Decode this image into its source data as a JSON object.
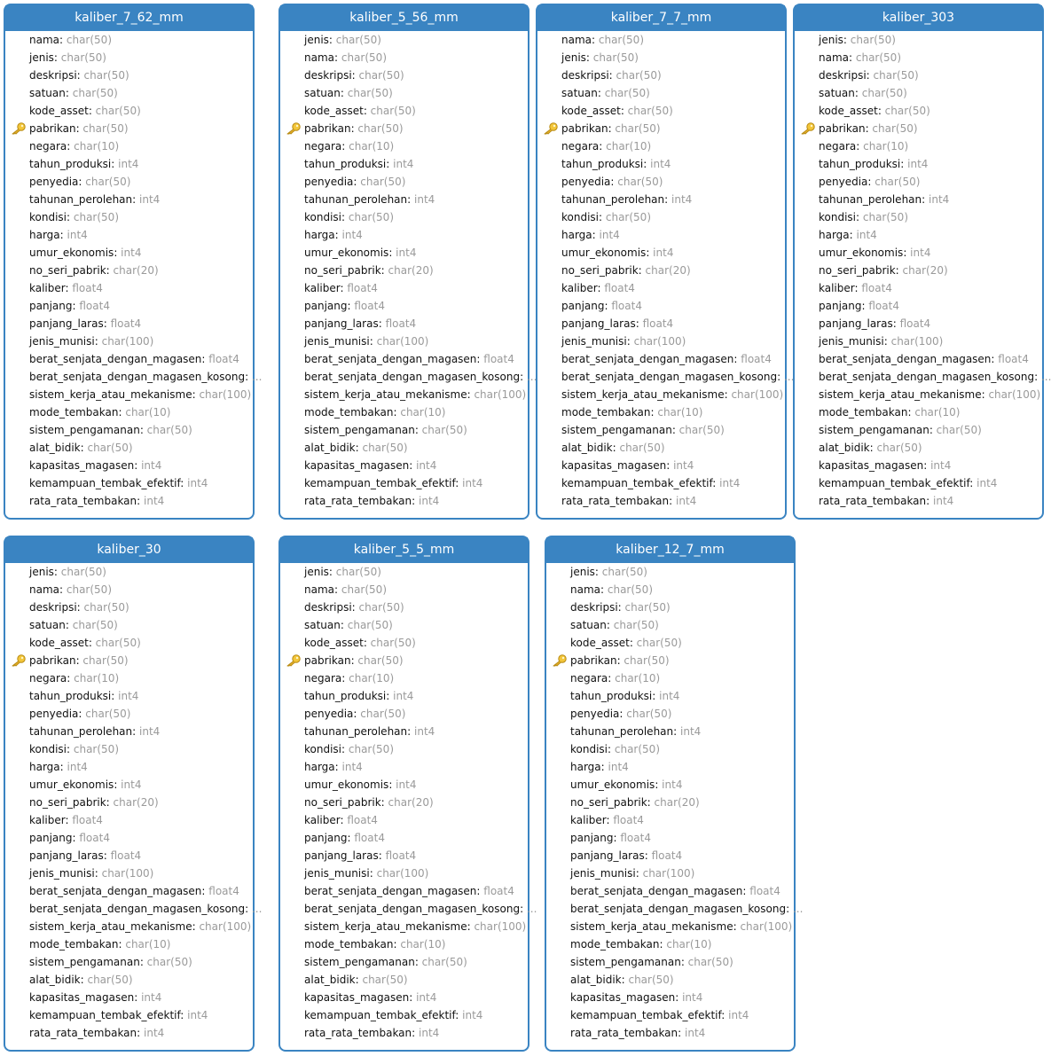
{
  "tables": [
    {
      "name": "kaliber_7_62_mm",
      "columns": [
        {
          "name": "nama",
          "type": "char(50)"
        },
        {
          "name": "jenis",
          "type": "char(50)"
        },
        {
          "name": "deskripsi",
          "type": "char(50)"
        },
        {
          "name": "satuan",
          "type": "char(50)"
        },
        {
          "name": "kode_asset",
          "type": "char(50)"
        },
        {
          "name": "pabrikan",
          "type": "char(50)",
          "pk": true
        },
        {
          "name": "negara",
          "type": "char(10)"
        },
        {
          "name": "tahun_produksi",
          "type": "int4"
        },
        {
          "name": "penyedia",
          "type": "char(50)"
        },
        {
          "name": "tahunan_perolehan",
          "type": "int4"
        },
        {
          "name": "kondisi",
          "type": "char(50)"
        },
        {
          "name": "harga",
          "type": "int4"
        },
        {
          "name": "umur_ekonomis",
          "type": "int4"
        },
        {
          "name": "no_seri_pabrik",
          "type": "char(20)"
        },
        {
          "name": "kaliber",
          "type": "float4"
        },
        {
          "name": "panjang",
          "type": "float4"
        },
        {
          "name": "panjang_laras",
          "type": "float4"
        },
        {
          "name": "jenis_munisi",
          "type": "char(100)"
        },
        {
          "name": "berat_senjata_dengan_magasen",
          "type": "float4"
        },
        {
          "name": "berat_senjata_dengan_magasen_kosong",
          "type": "..."
        },
        {
          "name": "sistem_kerja_atau_mekanisme",
          "type": "char(100)"
        },
        {
          "name": "mode_tembakan",
          "type": "char(10)"
        },
        {
          "name": "sistem_pengamanan",
          "type": "char(50)"
        },
        {
          "name": "alat_bidik",
          "type": "char(50)"
        },
        {
          "name": "kapasitas_magasen",
          "type": "int4"
        },
        {
          "name": "kemampuan_tembak_efektif",
          "type": "int4"
        },
        {
          "name": "rata_rata_tembakan",
          "type": "int4"
        }
      ]
    },
    {
      "name": "kaliber_5_56_mm",
      "columns": [
        {
          "name": "jenis",
          "type": "char(50)"
        },
        {
          "name": "nama",
          "type": "char(50)"
        },
        {
          "name": "deskripsi",
          "type": "char(50)"
        },
        {
          "name": "satuan",
          "type": "char(50)"
        },
        {
          "name": "kode_asset",
          "type": "char(50)"
        },
        {
          "name": "pabrikan",
          "type": "char(50)",
          "pk": true
        },
        {
          "name": "negara",
          "type": "char(10)"
        },
        {
          "name": "tahun_produksi",
          "type": "int4"
        },
        {
          "name": "penyedia",
          "type": "char(50)"
        },
        {
          "name": "tahunan_perolehan",
          "type": "int4"
        },
        {
          "name": "kondisi",
          "type": "char(50)"
        },
        {
          "name": "harga",
          "type": "int4"
        },
        {
          "name": "umur_ekonomis",
          "type": "int4"
        },
        {
          "name": "no_seri_pabrik",
          "type": "char(20)"
        },
        {
          "name": "kaliber",
          "type": "float4"
        },
        {
          "name": "panjang",
          "type": "float4"
        },
        {
          "name": "panjang_laras",
          "type": "float4"
        },
        {
          "name": "jenis_munisi",
          "type": "char(100)"
        },
        {
          "name": "berat_senjata_dengan_magasen",
          "type": "float4"
        },
        {
          "name": "berat_senjata_dengan_magasen_kosong",
          "type": "..."
        },
        {
          "name": "sistem_kerja_atau_mekanisme",
          "type": "char(100)"
        },
        {
          "name": "mode_tembakan",
          "type": "char(10)"
        },
        {
          "name": "sistem_pengamanan",
          "type": "char(50)"
        },
        {
          "name": "alat_bidik",
          "type": "char(50)"
        },
        {
          "name": "kapasitas_magasen",
          "type": "int4"
        },
        {
          "name": "kemampuan_tembak_efektif",
          "type": "int4"
        },
        {
          "name": "rata_rata_tembakan",
          "type": "int4"
        }
      ]
    },
    {
      "name": "kaliber_7_7_mm",
      "columns": [
        {
          "name": "nama",
          "type": "char(50)"
        },
        {
          "name": "jenis",
          "type": "char(50)"
        },
        {
          "name": "deskripsi",
          "type": "char(50)"
        },
        {
          "name": "satuan",
          "type": "char(50)"
        },
        {
          "name": "kode_asset",
          "type": "char(50)"
        },
        {
          "name": "pabrikan",
          "type": "char(50)",
          "pk": true
        },
        {
          "name": "negara",
          "type": "char(10)"
        },
        {
          "name": "tahun_produksi",
          "type": "int4"
        },
        {
          "name": "penyedia",
          "type": "char(50)"
        },
        {
          "name": "tahunan_perolehan",
          "type": "int4"
        },
        {
          "name": "kondisi",
          "type": "char(50)"
        },
        {
          "name": "harga",
          "type": "int4"
        },
        {
          "name": "umur_ekonomis",
          "type": "int4"
        },
        {
          "name": "no_seri_pabrik",
          "type": "char(20)"
        },
        {
          "name": "kaliber",
          "type": "float4"
        },
        {
          "name": "panjang",
          "type": "float4"
        },
        {
          "name": "panjang_laras",
          "type": "float4"
        },
        {
          "name": "jenis_munisi",
          "type": "char(100)"
        },
        {
          "name": "berat_senjata_dengan_magasen",
          "type": "float4"
        },
        {
          "name": "berat_senjata_dengan_magasen_kosong",
          "type": "..."
        },
        {
          "name": "sistem_kerja_atau_mekanisme",
          "type": "char(100)"
        },
        {
          "name": "mode_tembakan",
          "type": "char(10)"
        },
        {
          "name": "sistem_pengamanan",
          "type": "char(50)"
        },
        {
          "name": "alat_bidik",
          "type": "char(50)"
        },
        {
          "name": "kapasitas_magasen",
          "type": "int4"
        },
        {
          "name": "kemampuan_tembak_efektif",
          "type": "int4"
        },
        {
          "name": "rata_rata_tembakan",
          "type": "int4"
        }
      ]
    },
    {
      "name": "kaliber_303",
      "columns": [
        {
          "name": "jenis",
          "type": "char(50)"
        },
        {
          "name": "nama",
          "type": "char(50)"
        },
        {
          "name": "deskripsi",
          "type": "char(50)"
        },
        {
          "name": "satuan",
          "type": "char(50)"
        },
        {
          "name": "kode_asset",
          "type": "char(50)"
        },
        {
          "name": "pabrikan",
          "type": "char(50)",
          "pk": true
        },
        {
          "name": "negara",
          "type": "char(10)"
        },
        {
          "name": "tahun_produksi",
          "type": "int4"
        },
        {
          "name": "penyedia",
          "type": "char(50)"
        },
        {
          "name": "tahunan_perolehan",
          "type": "int4"
        },
        {
          "name": "kondisi",
          "type": "char(50)"
        },
        {
          "name": "harga",
          "type": "int4"
        },
        {
          "name": "umur_ekonomis",
          "type": "int4"
        },
        {
          "name": "no_seri_pabrik",
          "type": "char(20)"
        },
        {
          "name": "kaliber",
          "type": "float4"
        },
        {
          "name": "panjang",
          "type": "float4"
        },
        {
          "name": "panjang_laras",
          "type": "float4"
        },
        {
          "name": "jenis_munisi",
          "type": "char(100)"
        },
        {
          "name": "berat_senjata_dengan_magasen",
          "type": "float4"
        },
        {
          "name": "berat_senjata_dengan_magasen_kosong",
          "type": "..."
        },
        {
          "name": "sistem_kerja_atau_mekanisme",
          "type": "char(100)"
        },
        {
          "name": "mode_tembakan",
          "type": "char(10)"
        },
        {
          "name": "sistem_pengamanan",
          "type": "char(50)"
        },
        {
          "name": "alat_bidik",
          "type": "char(50)"
        },
        {
          "name": "kapasitas_magasen",
          "type": "int4"
        },
        {
          "name": "kemampuan_tembak_efektif",
          "type": "int4"
        },
        {
          "name": "rata_rata_tembakan",
          "type": "int4"
        }
      ]
    },
    {
      "name": "kaliber_30",
      "columns": [
        {
          "name": "jenis",
          "type": "char(50)"
        },
        {
          "name": "nama",
          "type": "char(50)"
        },
        {
          "name": "deskripsi",
          "type": "char(50)"
        },
        {
          "name": "satuan",
          "type": "char(50)"
        },
        {
          "name": "kode_asset",
          "type": "char(50)"
        },
        {
          "name": "pabrikan",
          "type": "char(50)",
          "pk": true
        },
        {
          "name": "negara",
          "type": "char(10)"
        },
        {
          "name": "tahun_produksi",
          "type": "int4"
        },
        {
          "name": "penyedia",
          "type": "char(50)"
        },
        {
          "name": "tahunan_perolehan",
          "type": "int4"
        },
        {
          "name": "kondisi",
          "type": "char(50)"
        },
        {
          "name": "harga",
          "type": "int4"
        },
        {
          "name": "umur_ekonomis",
          "type": "int4"
        },
        {
          "name": "no_seri_pabrik",
          "type": "char(20)"
        },
        {
          "name": "kaliber",
          "type": "float4"
        },
        {
          "name": "panjang",
          "type": "float4"
        },
        {
          "name": "panjang_laras",
          "type": "float4"
        },
        {
          "name": "jenis_munisi",
          "type": "char(100)"
        },
        {
          "name": "berat_senjata_dengan_magasen",
          "type": "float4"
        },
        {
          "name": "berat_senjata_dengan_magasen_kosong",
          "type": "..."
        },
        {
          "name": "sistem_kerja_atau_mekanisme",
          "type": "char(100)"
        },
        {
          "name": "mode_tembakan",
          "type": "char(10)"
        },
        {
          "name": "sistem_pengamanan",
          "type": "char(50)"
        },
        {
          "name": "alat_bidik",
          "type": "char(50)"
        },
        {
          "name": "kapasitas_magasen",
          "type": "int4"
        },
        {
          "name": "kemampuan_tembak_efektif",
          "type": "int4"
        },
        {
          "name": "rata_rata_tembakan",
          "type": "int4"
        }
      ]
    },
    {
      "name": "kaliber_5_5_mm",
      "columns": [
        {
          "name": "jenis",
          "type": "char(50)"
        },
        {
          "name": "nama",
          "type": "char(50)"
        },
        {
          "name": "deskripsi",
          "type": "char(50)"
        },
        {
          "name": "satuan",
          "type": "char(50)"
        },
        {
          "name": "kode_asset",
          "type": "char(50)"
        },
        {
          "name": "pabrikan",
          "type": "char(50)",
          "pk": true
        },
        {
          "name": "negara",
          "type": "char(10)"
        },
        {
          "name": "tahun_produksi",
          "type": "int4"
        },
        {
          "name": "penyedia",
          "type": "char(50)"
        },
        {
          "name": "tahunan_perolehan",
          "type": "int4"
        },
        {
          "name": "kondisi",
          "type": "char(50)"
        },
        {
          "name": "harga",
          "type": "int4"
        },
        {
          "name": "umur_ekonomis",
          "type": "int4"
        },
        {
          "name": "no_seri_pabrik",
          "type": "char(20)"
        },
        {
          "name": "kaliber",
          "type": "float4"
        },
        {
          "name": "panjang",
          "type": "float4"
        },
        {
          "name": "panjang_laras",
          "type": "float4"
        },
        {
          "name": "jenis_munisi",
          "type": "char(100)"
        },
        {
          "name": "berat_senjata_dengan_magasen",
          "type": "float4"
        },
        {
          "name": "berat_senjata_dengan_magasen_kosong",
          "type": "..."
        },
        {
          "name": "sistem_kerja_atau_mekanisme",
          "type": "char(100)"
        },
        {
          "name": "mode_tembakan",
          "type": "char(10)"
        },
        {
          "name": "sistem_pengamanan",
          "type": "char(50)"
        },
        {
          "name": "alat_bidik",
          "type": "char(50)"
        },
        {
          "name": "kapasitas_magasen",
          "type": "int4"
        },
        {
          "name": "kemampuan_tembak_efektif",
          "type": "int4"
        },
        {
          "name": "rata_rata_tembakan",
          "type": "int4"
        }
      ]
    },
    {
      "name": "kaliber_12_7_mm",
      "columns": [
        {
          "name": "jenis",
          "type": "char(50)"
        },
        {
          "name": "nama",
          "type": "char(50)"
        },
        {
          "name": "deskripsi",
          "type": "char(50)"
        },
        {
          "name": "satuan",
          "type": "char(50)"
        },
        {
          "name": "kode_asset",
          "type": "char(50)"
        },
        {
          "name": "pabrikan",
          "type": "char(50)",
          "pk": true
        },
        {
          "name": "negara",
          "type": "char(10)"
        },
        {
          "name": "tahun_produksi",
          "type": "int4"
        },
        {
          "name": "penyedia",
          "type": "char(50)"
        },
        {
          "name": "tahunan_perolehan",
          "type": "int4"
        },
        {
          "name": "kondisi",
          "type": "char(50)"
        },
        {
          "name": "harga",
          "type": "int4"
        },
        {
          "name": "umur_ekonomis",
          "type": "int4"
        },
        {
          "name": "no_seri_pabrik",
          "type": "char(20)"
        },
        {
          "name": "kaliber",
          "type": "float4"
        },
        {
          "name": "panjang",
          "type": "float4"
        },
        {
          "name": "panjang_laras",
          "type": "float4"
        },
        {
          "name": "jenis_munisi",
          "type": "char(100)"
        },
        {
          "name": "berat_senjata_dengan_magasen",
          "type": "float4"
        },
        {
          "name": "berat_senjata_dengan_magasen_kosong",
          "type": "..."
        },
        {
          "name": "sistem_kerja_atau_mekanisme",
          "type": "char(100)"
        },
        {
          "name": "mode_tembakan",
          "type": "char(10)"
        },
        {
          "name": "sistem_pengamanan",
          "type": "char(50)"
        },
        {
          "name": "alat_bidik",
          "type": "char(50)"
        },
        {
          "name": "kapasitas_magasen",
          "type": "int4"
        },
        {
          "name": "kemampuan_tembak_efektif",
          "type": "int4"
        },
        {
          "name": "rata_rata_tembakan",
          "type": "int4"
        }
      ]
    }
  ]
}
